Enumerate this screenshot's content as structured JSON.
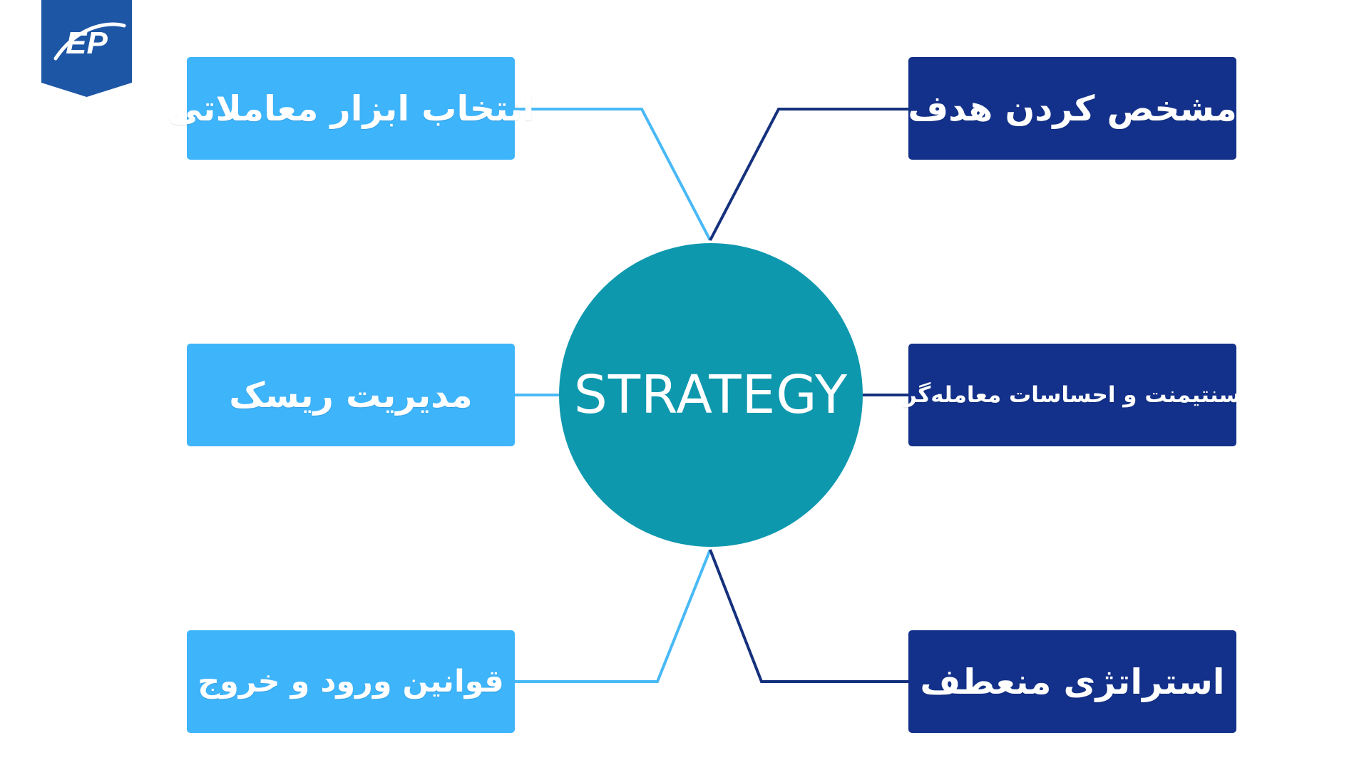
{
  "brand": {
    "logo_text": "EP",
    "badge_color": "#1e56a6"
  },
  "colors": {
    "light_node": "#3eb4fb",
    "dark_node": "#13318a",
    "hub": "#0d98ae",
    "light_line": "#49b9f6",
    "dark_line": "#15317d"
  },
  "diagram": {
    "center": "STRATEGY",
    "left_nodes": [
      "انتخاب ابزار معاملاتی",
      "مدیریت ریسک",
      "قوانین ورود و خروج"
    ],
    "right_nodes": [
      "مشخص کردن هدف",
      "سنتیمنت و احساسات معامله‌گر",
      "استراتژی منعطف"
    ]
  }
}
